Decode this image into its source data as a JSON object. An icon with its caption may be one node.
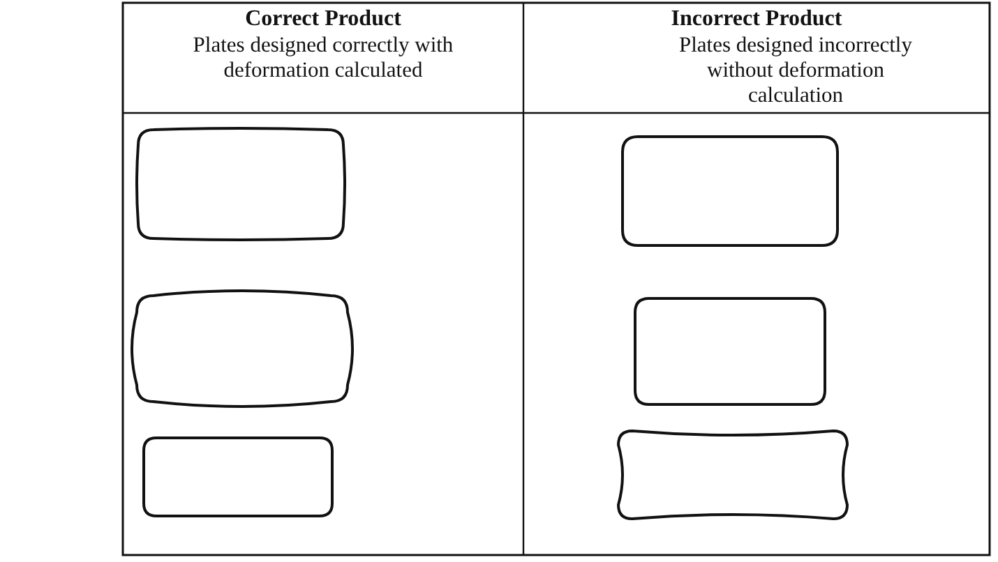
{
  "diagram": {
    "nodes": [
      {
        "text": [],
        "shape": "box"
      },
      {
        "text": [],
        "shape": "box"
      },
      {
        "text": [],
        "shape": "box"
      },
      {
        "text": [],
        "shape": "box"
      },
      {
        "text": [],
        "shape": "box"
      },
      {
        "text": [],
        "shape": "box"
      }
    ],
    "labels": [
      "Correct Product",
      "Plates designed correctly with deformation calculated",
      "Incorrect Product",
      "Plates designed incorrectly without deformation calculation"
    ]
  }
}
